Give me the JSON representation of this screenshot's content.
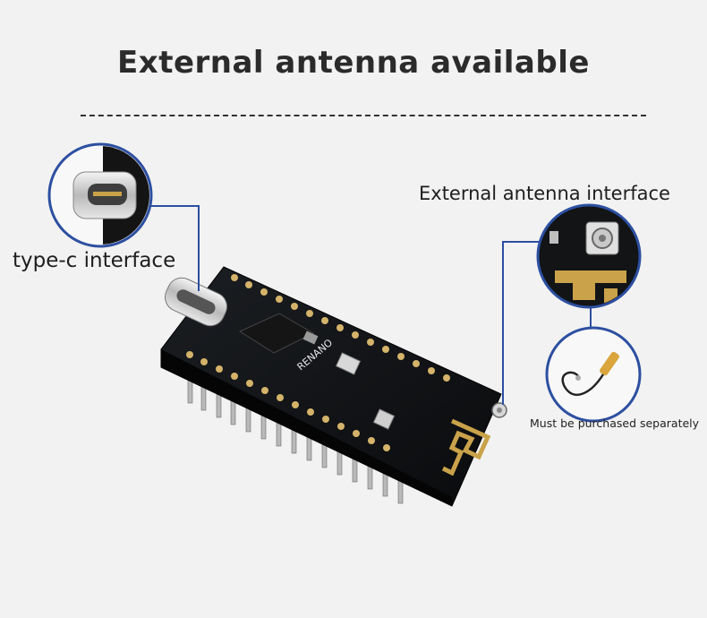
{
  "title": "External antenna available",
  "labels": {
    "typec": "type-c interface",
    "antenna": "External antenna interface",
    "note": "Must be purchased separately"
  },
  "board": {
    "model": "RENANO"
  },
  "colors": {
    "background": "#f2f2f2",
    "pcb": "#101214",
    "callout": "#2c4fa0",
    "gold": "#c9a24a",
    "title": "#2b2b2b"
  },
  "icons": [
    "usb-c-connector-icon",
    "ufl-antenna-connector-icon",
    "external-antenna-icon",
    "pcb-board-icon"
  ]
}
